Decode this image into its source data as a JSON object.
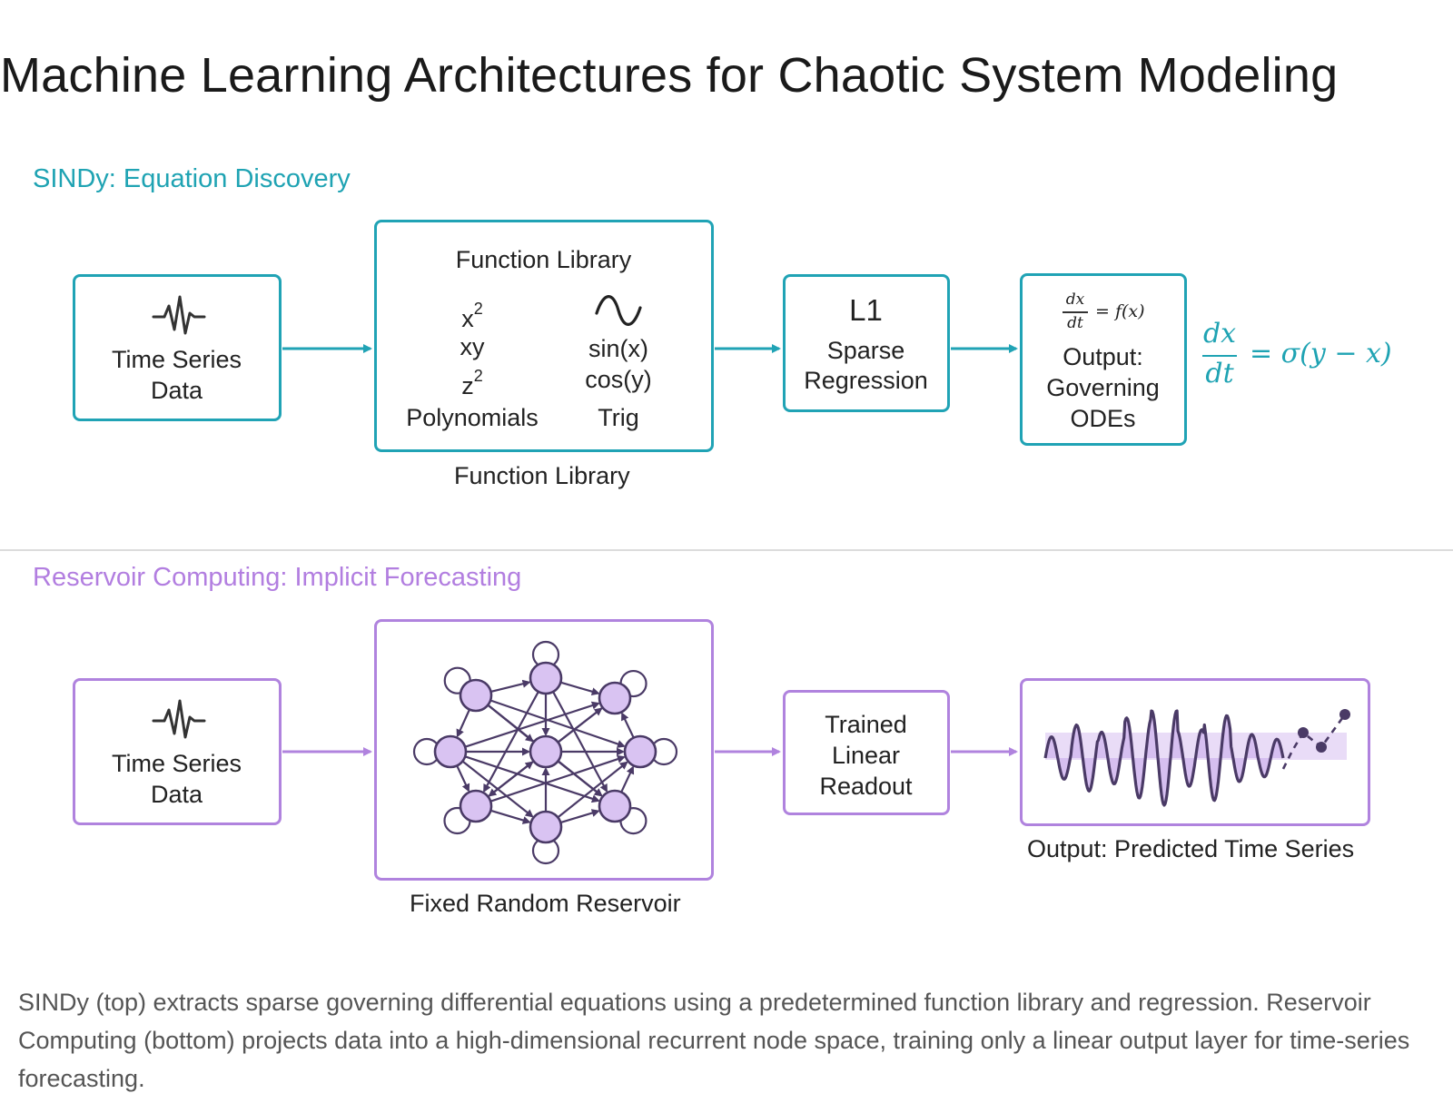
{
  "title": "Machine Learning Architectures for Chaotic System Modeling",
  "sindy": {
    "section_title": "SINDy: Equation Discovery",
    "input_box": {
      "line1": "Time Series",
      "line2": "Data",
      "icon": "waveform-icon"
    },
    "library_box": {
      "header": "Function Library",
      "poly_terms": [
        "x",
        "xy",
        "z"
      ],
      "poly_exponent": "2",
      "poly_label": "Polynomials",
      "trig_icon": "sine-wave-icon",
      "trig_terms": [
        "sin(x)",
        "cos(y)"
      ],
      "trig_label": "Trig"
    },
    "library_caption": "Function Library",
    "regression_box": {
      "line1": "L1",
      "line2": "Sparse",
      "line3": "Regression"
    },
    "output_box": {
      "eq_num": "dx",
      "eq_den": "dt",
      "eq_rhs": "= f(x)",
      "line1": "Output:",
      "line2": "Governing",
      "line3": "ODEs"
    },
    "equation": {
      "num": "dx",
      "den": "dt",
      "rhs": "= σ(y − x)"
    },
    "color": "#20a3b5"
  },
  "reservoir": {
    "section_title": "Reservoir Computing: Implicit Forecasting",
    "input_box": {
      "line1": "Time Series",
      "line2": "Data",
      "icon": "waveform-icon"
    },
    "reservoir_caption": "Fixed Random Reservoir",
    "readout_box": {
      "line1": "Trained",
      "line2": "Linear",
      "line3": "Readout"
    },
    "output_caption": "Output: Predicted Time Series",
    "color": "#b083de"
  },
  "caption": "SINDy (top) extracts sparse governing differential equations using a predetermined function library and regression. Reservoir Computing (bottom) projects data into a high-dimensional recurrent node space, training only a linear output layer for time-series forecasting."
}
